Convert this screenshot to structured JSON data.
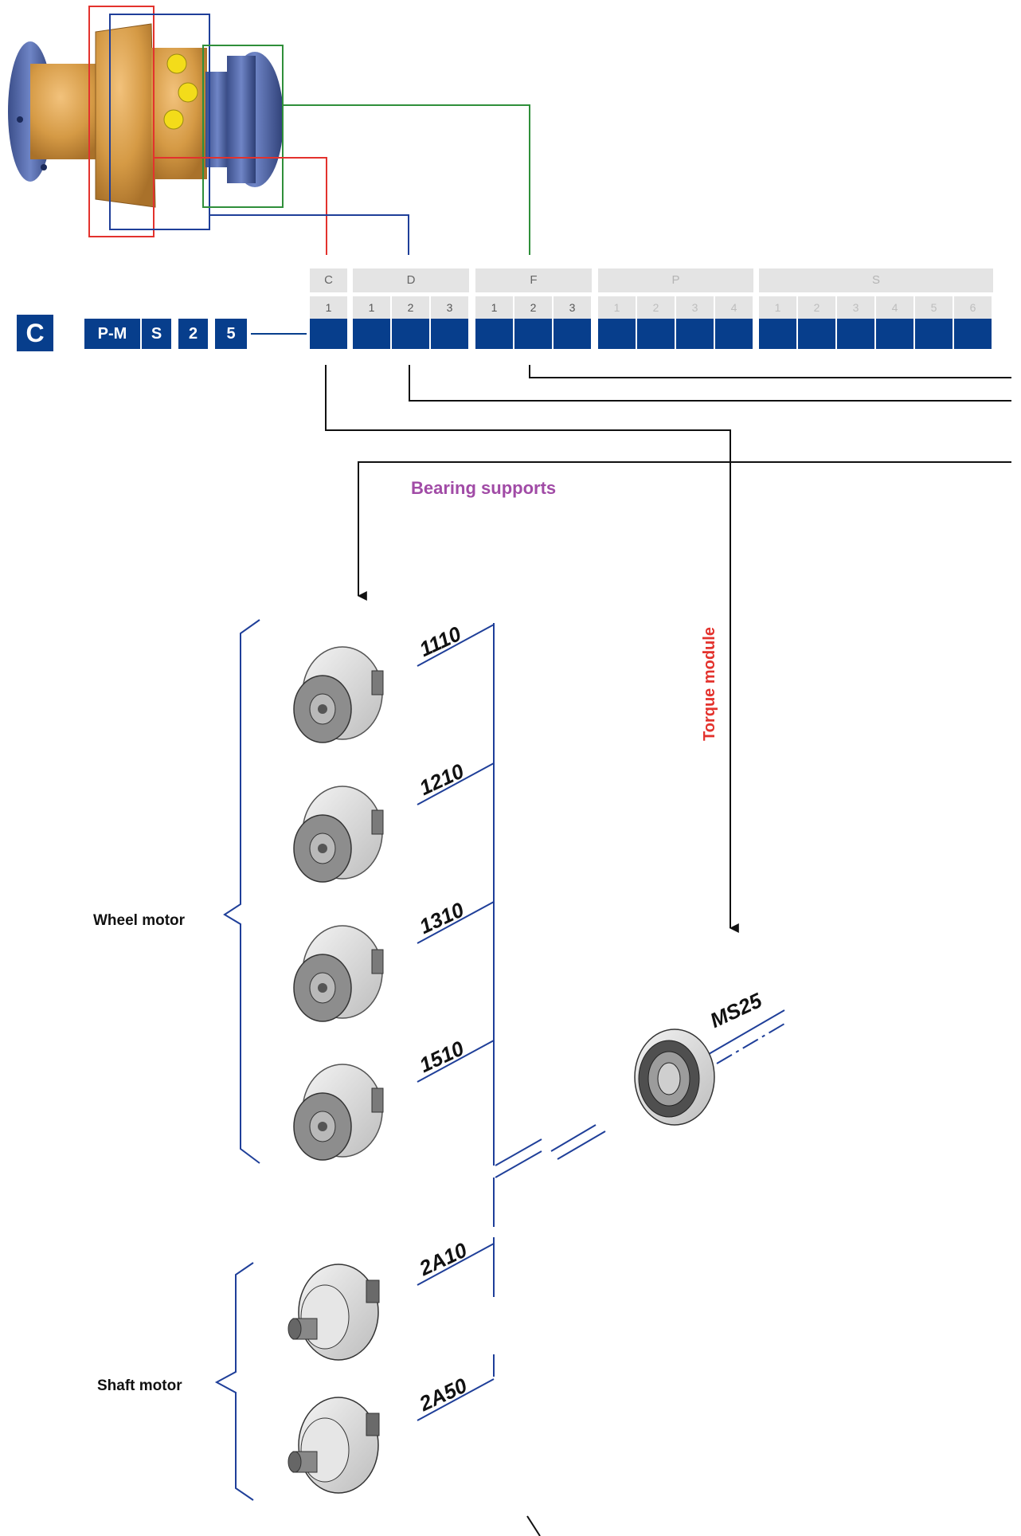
{
  "code_prefix": {
    "letter": "C",
    "boxes": [
      "P-M",
      "S",
      "2",
      "5"
    ]
  },
  "groups": [
    {
      "name": "C",
      "numbers": [
        "1"
      ],
      "active": true
    },
    {
      "name": "D",
      "numbers": [
        "1",
        "2",
        "3"
      ],
      "active": true
    },
    {
      "name": "F",
      "numbers": [
        "1",
        "2",
        "3"
      ],
      "active": true
    },
    {
      "name": "P",
      "numbers": [
        "1",
        "2",
        "3",
        "4"
      ],
      "active": false
    },
    {
      "name": "S",
      "numbers": [
        "1",
        "2",
        "3",
        "4",
        "5",
        "6"
      ],
      "active": false
    }
  ],
  "labels": {
    "bearing_supports": "Bearing supports",
    "torque_module": "Torque module",
    "wheel_motor": "Wheel motor",
    "shaft_motor": "Shaft motor"
  },
  "wheel_motor_codes": [
    "1110",
    "1210",
    "1310",
    "1510"
  ],
  "shaft_motor_codes": [
    "2A10",
    "2A50"
  ],
  "torque_module_code": "MS25",
  "colors": {
    "brand_blue": "#073e8c",
    "header_grey": "#e4e4e4",
    "highlight_red": "#e3322d",
    "highlight_blue": "#1f3f99",
    "highlight_green": "#2f8f3a",
    "label_purple": "#a14ba6",
    "motor_body": "#d59a45"
  }
}
